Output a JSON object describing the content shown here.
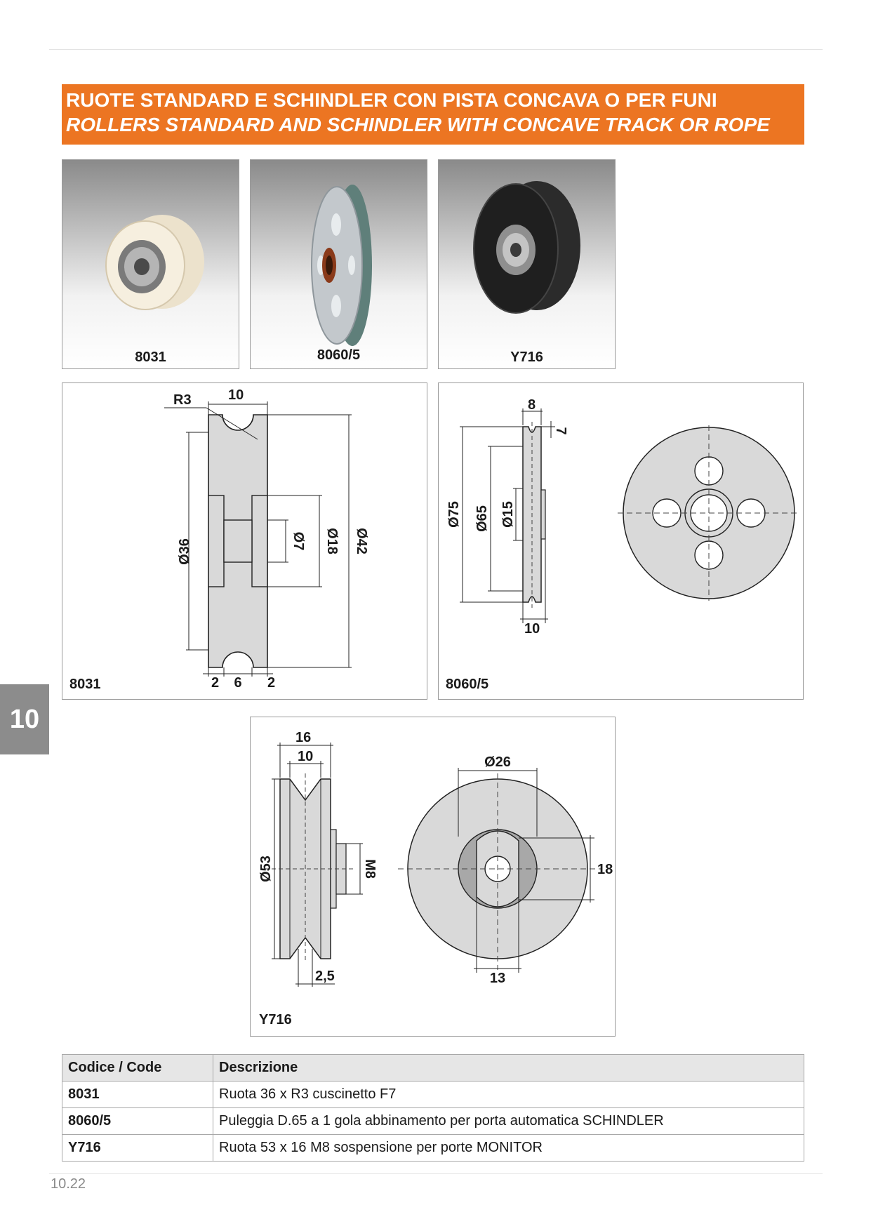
{
  "header": {
    "title_it": "RUOTE STANDARD E SCHINDLER CON PISTA CONCAVA O PER FUNI",
    "title_en": "ROLLERS STANDARD AND SCHINDLER WITH CONCAVE TRACK OR ROPE"
  },
  "photos": [
    {
      "code": "8031"
    },
    {
      "code": "8060/5"
    },
    {
      "code": "Y716"
    }
  ],
  "drawings": {
    "d8031": {
      "code": "8031",
      "dims": {
        "r": "R3",
        "w10": "10",
        "d36": "Ø36",
        "d7": "Ø7",
        "d18": "Ø18",
        "d42": "Ø42",
        "b2a": "2",
        "b6": "6",
        "b2b": "2"
      }
    },
    "d8060": {
      "code": "8060/5",
      "dims": {
        "w8": "8",
        "h7": "7",
        "d75": "Ø75",
        "d65": "Ø65",
        "d15": "Ø15",
        "b10": "10"
      }
    },
    "dy716": {
      "code": "Y716",
      "dims": {
        "w16": "16",
        "w10": "10",
        "d53": "Ø53",
        "m8": "M8",
        "b25": "2,5",
        "d26": "Ø26",
        "h18": "18",
        "w13": "13"
      }
    }
  },
  "table": {
    "headers": [
      "Codice / Code",
      "Descrizione"
    ],
    "rows": [
      {
        "code": "8031",
        "desc": "Ruota 36 x R3 cuscinetto F7"
      },
      {
        "code": "8060/5",
        "desc": "Puleggia D.65 a 1 gola abbinamento per porta automatica SCHINDLER"
      },
      {
        "code": "Y716",
        "desc": "Ruota 53 x 16 M8 sospensione per porte MONITOR"
      }
    ]
  },
  "side_tab": "10",
  "page_number": "10.22",
  "colors": {
    "accent": "#ec7522",
    "tab": "#8c8c8c",
    "drawing_fill": "#d9d9d9"
  }
}
